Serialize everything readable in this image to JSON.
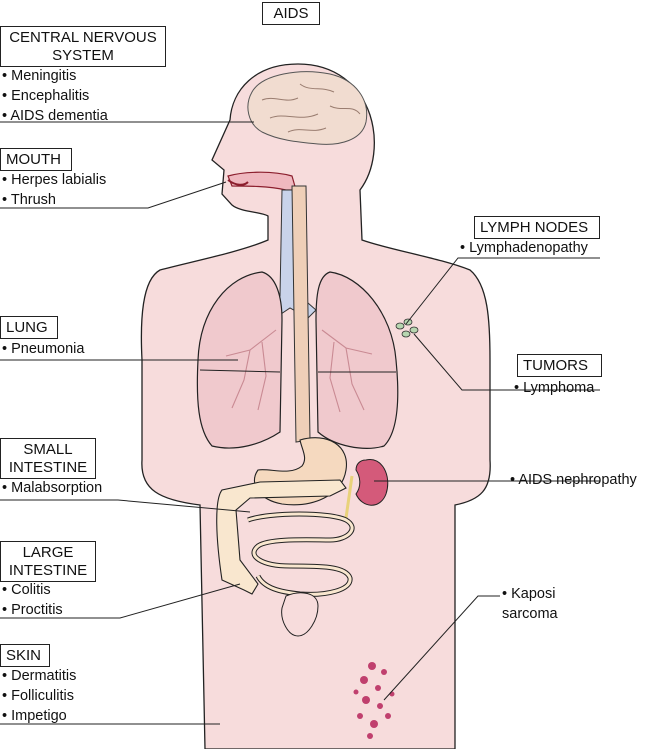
{
  "title": "AIDS",
  "groups": {
    "cns": {
      "heading": "CENTRAL NERVOUS SYSTEM",
      "items": [
        "Meningitis",
        "Encephalitis",
        "AIDS dementia"
      ]
    },
    "mouth": {
      "heading": "MOUTH",
      "items": [
        "Herpes labialis",
        "Thrush"
      ]
    },
    "lung": {
      "heading": "LUNG",
      "items": [
        "Pneumonia"
      ]
    },
    "small_intestine": {
      "heading": "SMALL INTESTINE",
      "items": [
        "Malabsorption"
      ]
    },
    "large_intestine": {
      "heading": "LARGE INTESTINE",
      "items": [
        "Colitis",
        "Proctitis"
      ]
    },
    "skin": {
      "heading": "SKIN",
      "items": [
        "Dermatitis",
        "Folliculitis",
        "Impetigo"
      ]
    },
    "lymph_nodes": {
      "heading": "LYMPH NODES",
      "items": [
        "Lymphadenopathy"
      ]
    },
    "tumors": {
      "heading": "TUMORS",
      "items": [
        "Lymphoma"
      ]
    },
    "kidney": {
      "items": [
        "AIDS nephropathy"
      ]
    },
    "kaposi": {
      "text": "Kaposi sarcoma"
    }
  },
  "colors": {
    "skin": "#f7dcdc",
    "outline": "#222222",
    "brain": "#f1dcd0",
    "lung": "#f0c9cd",
    "trachea": "#c9d3ea",
    "esophagus": "#efcfb8",
    "stomach": "#f5d9bf",
    "intestine": "#f9e7cf",
    "kidney": "#d45a7a",
    "lymph_node": "#b7d6b0",
    "kaposi": "#c0406e"
  }
}
